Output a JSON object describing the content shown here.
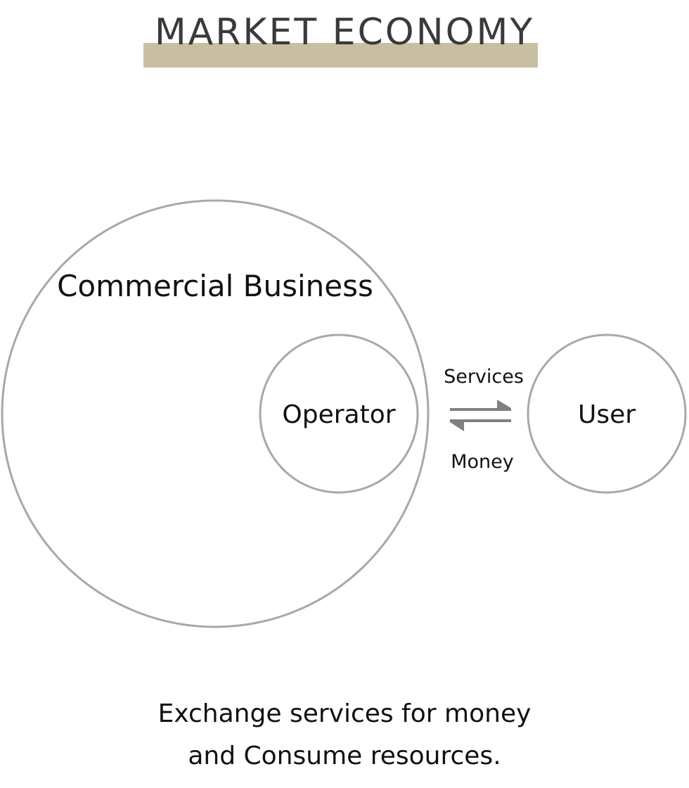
{
  "title": "MARKET ECONOMY",
  "nodes": {
    "commercial_business": "Commercial Business",
    "operator": "Operator",
    "user": "User"
  },
  "flows": {
    "forward": "Services",
    "backward": "Money"
  },
  "caption": {
    "line1": "Exchange services for money",
    "line2": "and Consume resources."
  },
  "colors": {
    "accent_bar": "#c8bfa3",
    "circle_stroke": "#a8a8a8",
    "arrow": "#808080",
    "text": "#111111"
  }
}
